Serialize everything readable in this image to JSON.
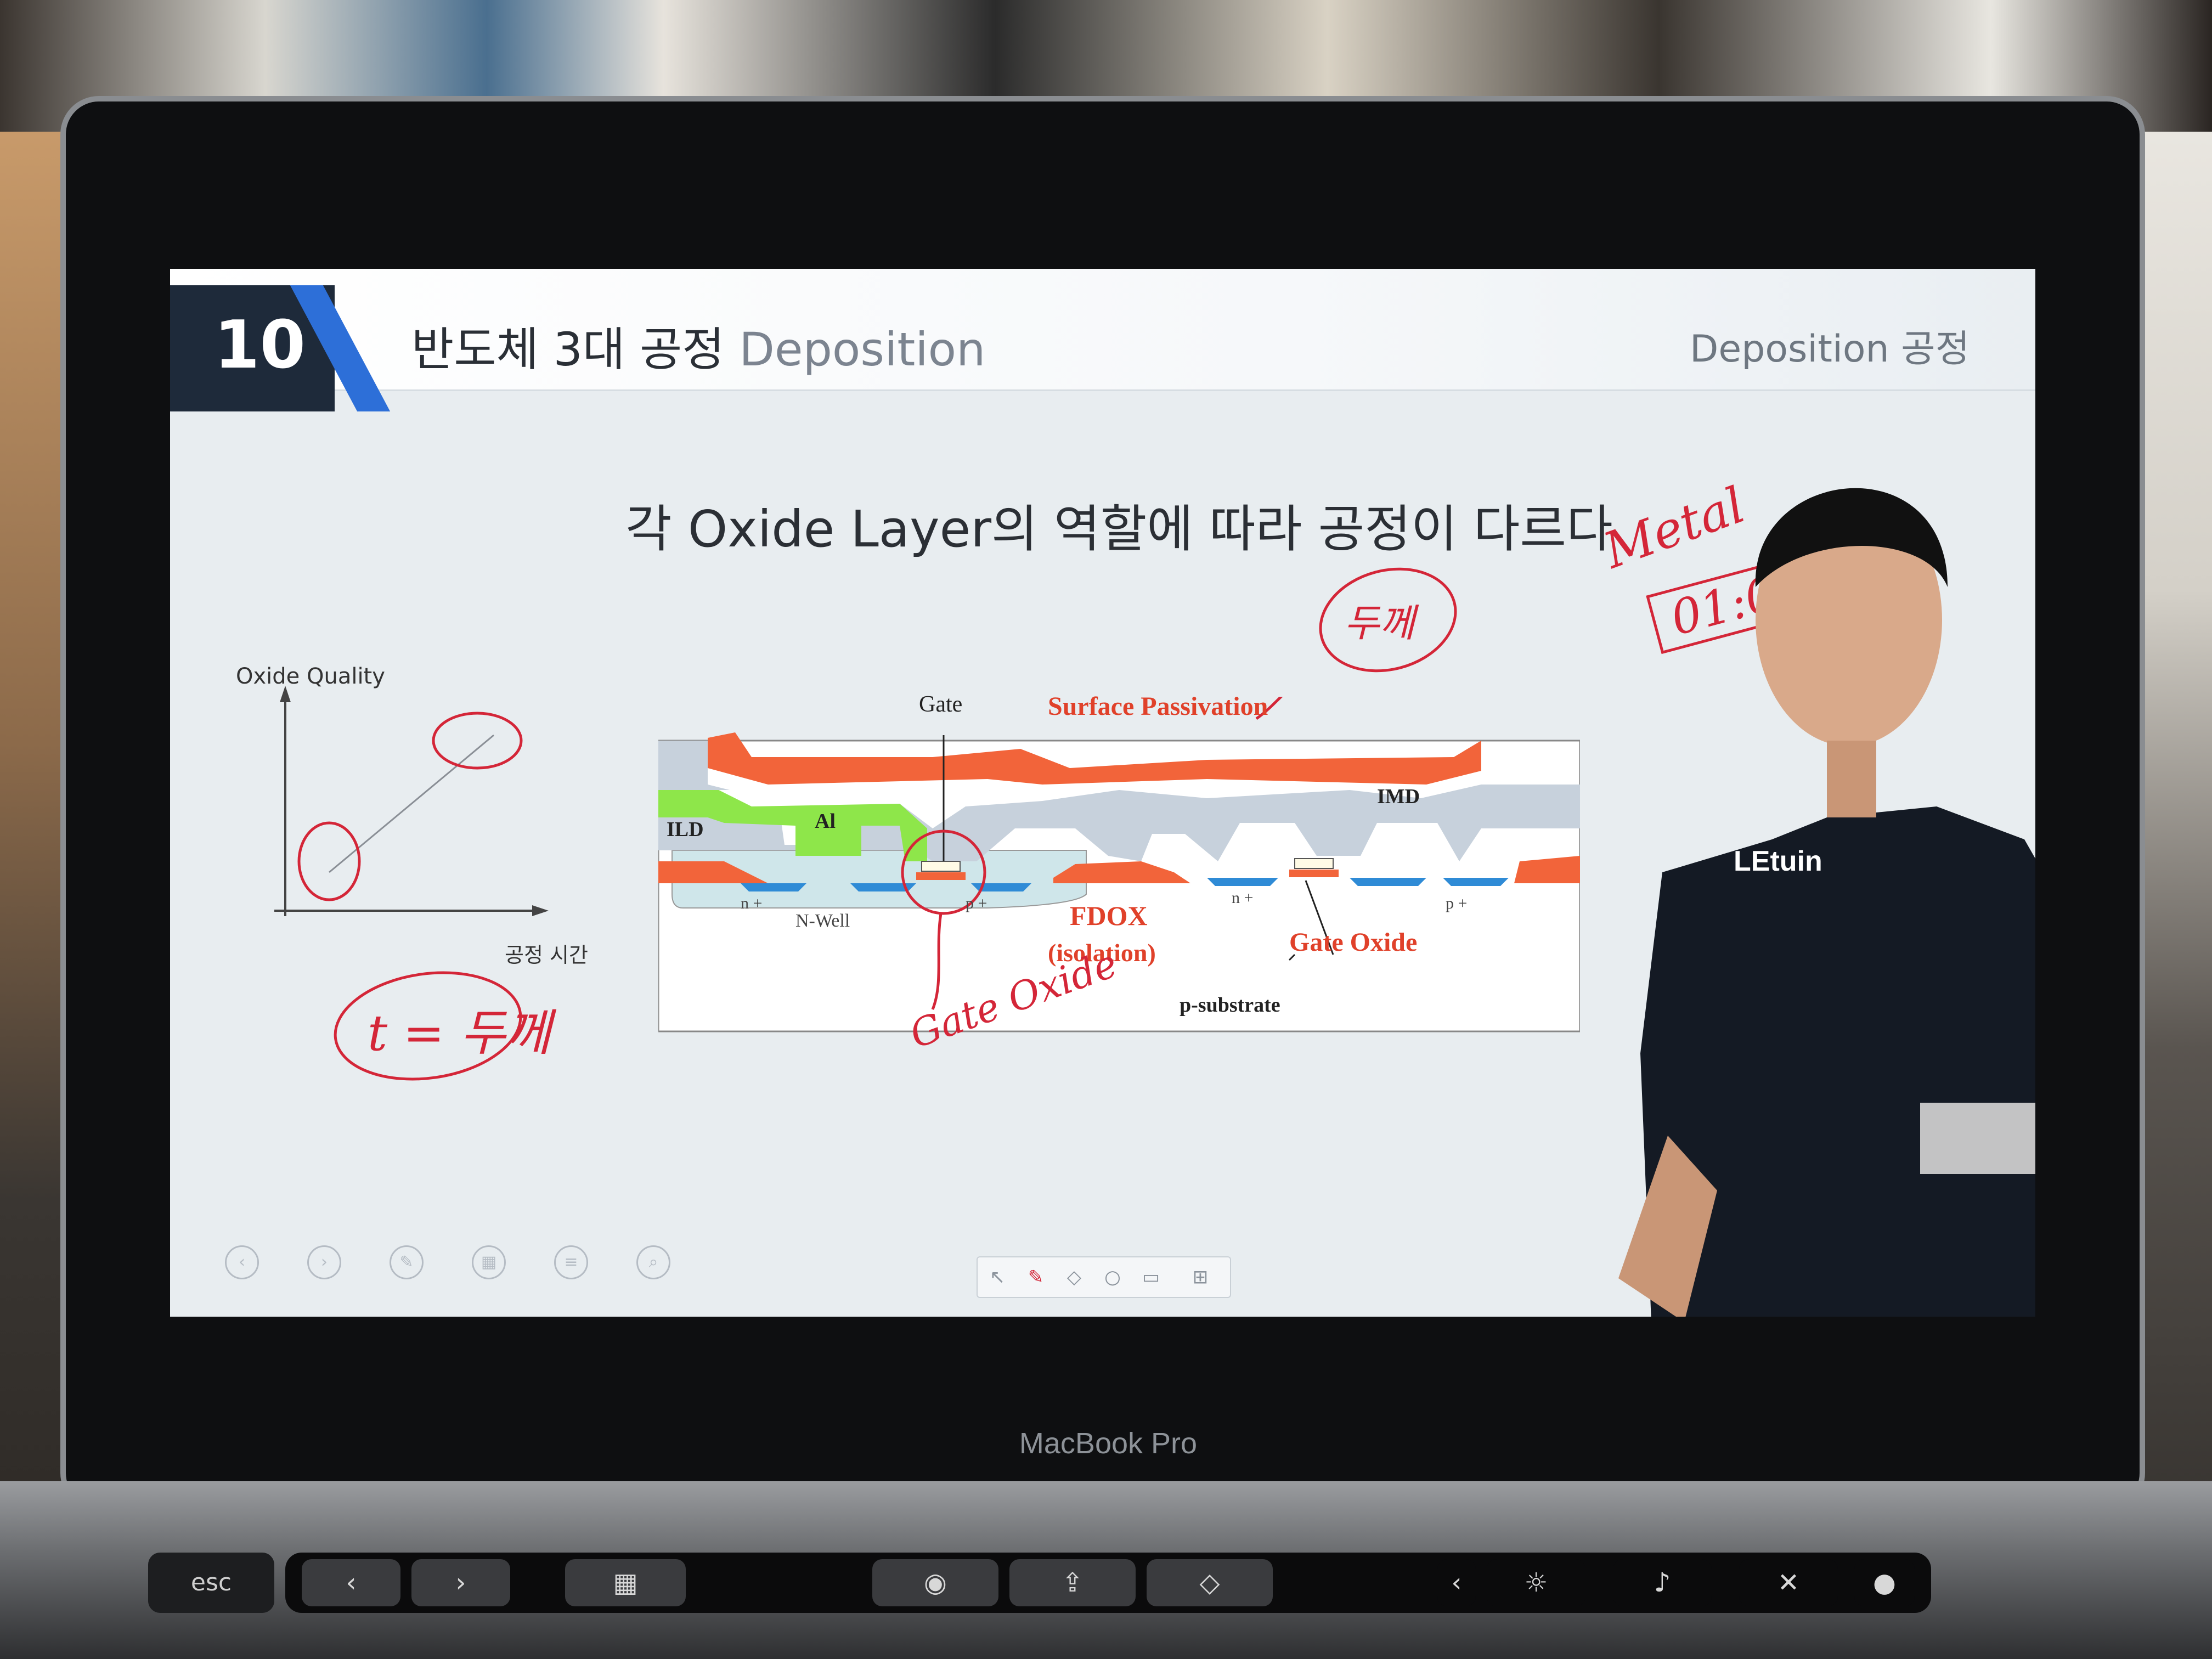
{
  "slide": {
    "number": "10",
    "title_main": "반도체 3대 공정",
    "title_accent": " Deposition",
    "corner_label": "Deposition 공정",
    "subtitle": "각 Oxide Layer의 역할에 따라 공정이 다르다"
  },
  "chart": {
    "ylabel": "Oxide Quality",
    "xlabel": "공정 시간"
  },
  "diagram": {
    "labels": {
      "gate": "Gate",
      "surface_passivation": "Surface Passivation",
      "imd": "IMD",
      "ild": "ILD",
      "al": "Al",
      "n_plus_1": "n +",
      "p_plus_1": "p +",
      "n_plus_2": "n +",
      "p_plus_2": "p +",
      "n_well": "N-Well",
      "fdox": "FDOX",
      "isolation": "(isolation)",
      "gate_oxide": "Gate Oxide",
      "p_substrate": "p-substrate"
    }
  },
  "handwriting": {
    "t_eq": "t = 두께",
    "thickness": "두께",
    "gate_oxide_note": "Gate Oxide",
    "metal_note": "Metal",
    "ratio_note": "01:0"
  },
  "laptop": {
    "brand": "MacBook Pro",
    "esc_key": "esc"
  },
  "shirt_logo": "LEtuin",
  "colors": {
    "header_dark": "#1e2a3a",
    "header_accent": "#2d6fd8",
    "oxide_orange": "#f2643a",
    "metal_green": "#8ee64a",
    "dielectric_gray": "#c7d1dc",
    "n_well": "#cfe6ea",
    "ink_red": "#d42638"
  }
}
